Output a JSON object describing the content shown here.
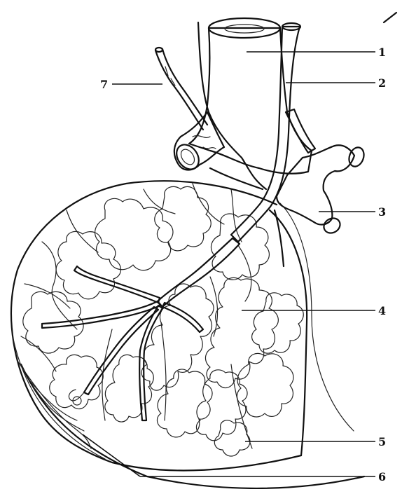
{
  "labels": {
    "l1": "1",
    "l2": "2",
    "l3": "3",
    "l4": "4",
    "l5": "5",
    "l6": "6",
    "l7": "7"
  },
  "colors": {
    "ink": "#111111",
    "paper": "#ffffff"
  }
}
